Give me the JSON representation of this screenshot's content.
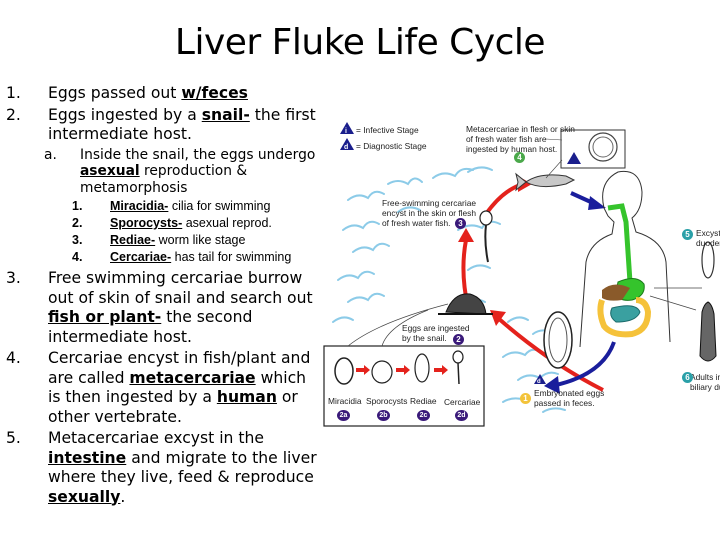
{
  "title": "Liver Fluke Life Cycle",
  "steps": [
    {
      "num": "1.",
      "pre": "Eggs passed out ",
      "bold": "w/feces",
      "post": ""
    },
    {
      "num": "2.",
      "pre": "Eggs ingested by a ",
      "bold": "snail-",
      "post": " the first intermediate host.",
      "sub": {
        "num": "a.",
        "pre": "Inside the snail, the eggs undergo ",
        "bold": "asexual",
        "post": " reproduction & metamorphosis",
        "stages": [
          {
            "num": "1.",
            "term": "Miracidia-",
            "desc": " cilia for swimming"
          },
          {
            "num": "2.",
            "term": "Sporocysts-",
            "desc": " asexual reprod."
          },
          {
            "num": "3.",
            "term": "Rediae-",
            "desc": " worm like stage"
          },
          {
            "num": "4.",
            "term": "Cercariae-",
            "desc": " has tail for swimming"
          }
        ]
      }
    },
    {
      "num": "3.",
      "pre": "Free swimming cercariae burrow out of skin of snail and search out ",
      "bold": "fish or plant-",
      "post": " the second intermediate host."
    },
    {
      "num": "4.",
      "pre": "Cercariae encyst in fish/plant and are called ",
      "bold": "metacercariae",
      "mid": " which is then ingested by a ",
      "bold2": "human",
      "post": " or other vertebrate."
    },
    {
      "num": "5.",
      "pre": "Metacercariae excyst in the ",
      "bold": "intestine",
      "mid": " and migrate to the liver where they live, feed & reproduce ",
      "bold2": "sexually",
      "post": "."
    }
  ],
  "diagram": {
    "legend": {
      "infective_symbol": "i",
      "infective": "= Infective Stage",
      "diagnostic_symbol": "d",
      "diagnostic": "= Diagnostic Stage"
    },
    "labels": {
      "stage4": "Metacercariae in flesh or skin of fresh water fish are ingested by human host.",
      "stage3": "Free-swimming cercariae encyst in the skin or flesh of fresh water fish.",
      "stage2": "Eggs are ingested by the snail.",
      "stage1": "Embryonated eggs passed in feces.",
      "stage5": "Excyst in duodenum",
      "stage6": "Adults in biliary duct"
    },
    "badges": {
      "b1": "1",
      "b2": "2",
      "b3": "3",
      "b4": "4",
      "b5": "5",
      "b6": "6"
    },
    "substages": [
      {
        "name": "Miracidia",
        "badge": "2a"
      },
      {
        "name": "Sporocysts",
        "badge": "2b"
      },
      {
        "name": "Rediae",
        "badge": "2c"
      },
      {
        "name": "Cercariae",
        "badge": "2d"
      }
    ],
    "colors": {
      "cycle_red": "#e4221c",
      "cycle_blue": "#1a1e9c",
      "water": "#7fc6e6",
      "gut_green": "#35c42c",
      "intestine_yellow": "#f5c23a",
      "liver_brown": "#8a5a2a",
      "small_intestine_teal": "#3aa0a0"
    }
  }
}
